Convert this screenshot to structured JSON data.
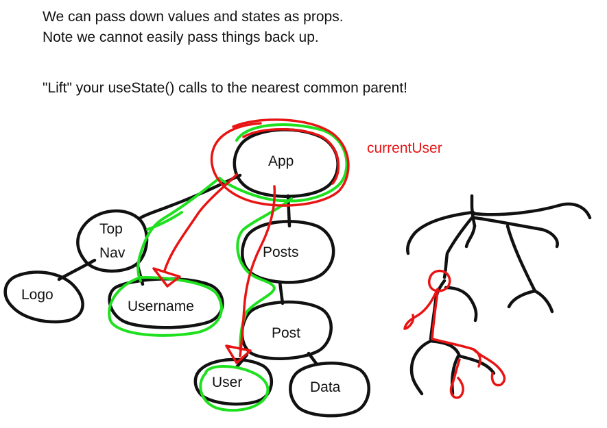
{
  "text": {
    "line1": "We can pass down values and states as props.",
    "line2": "Note we cannot easily pass things back up.",
    "line3": "\"Lift\" your useState() calls to the nearest common parent!"
  },
  "nodes": {
    "app": "App",
    "topnav_line1": "Top",
    "topnav_line2": "Nav",
    "posts": "Posts",
    "logo": "Logo",
    "username": "Username",
    "post": "Post",
    "user": "User",
    "data": "Data"
  },
  "annotations": {
    "state_label": "currentUser"
  },
  "colors": {
    "ink": "#111111",
    "state": "#e81414",
    "highlight": "#1ee01e"
  }
}
